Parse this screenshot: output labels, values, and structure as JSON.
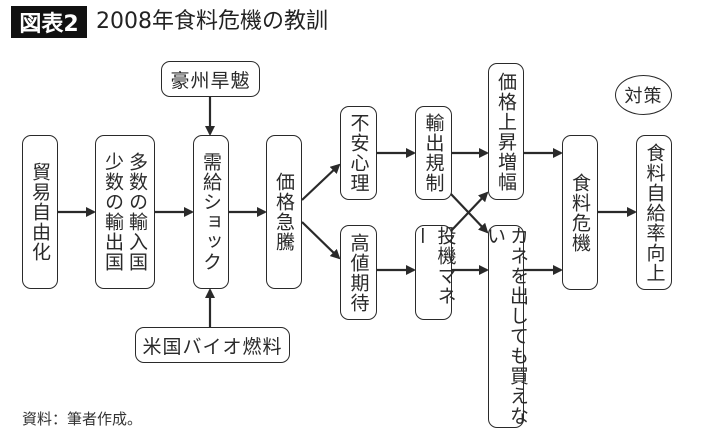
{
  "header": {
    "figure_label": "図表2",
    "title": "2008年食料危機の教訓"
  },
  "nodes": {
    "trade_liberalization": "貿易自由化",
    "few_exporters_line1": "少数の輸出国",
    "few_exporters_line2": "多数の輸入国",
    "supply_shock": "需給ショック",
    "australia_drought": "豪州旱魃",
    "us_biofuel": "米国バイオ燃料",
    "price_surge": "価格急騰",
    "anxiety": "不安心理",
    "high_price_expectation": "高値期待",
    "export_restriction": "輸出規制",
    "speculative_money": "投機マネー",
    "price_rise_amplified": "価格上昇増幅",
    "cannot_buy_even_with_money": "カネを出しても買えない",
    "food_crisis": "食料危機",
    "countermeasure_label": "対策",
    "food_self_sufficiency": "食料自給率向上"
  },
  "edges": [
    {
      "from": "trade_liberalization",
      "to": "few_exporters"
    },
    {
      "from": "few_exporters",
      "to": "supply_shock"
    },
    {
      "from": "australia_drought",
      "to": "supply_shock"
    },
    {
      "from": "us_biofuel",
      "to": "supply_shock"
    },
    {
      "from": "supply_shock",
      "to": "price_surge"
    },
    {
      "from": "price_surge",
      "to": "anxiety"
    },
    {
      "from": "price_surge",
      "to": "high_price_expectation"
    },
    {
      "from": "anxiety",
      "to": "export_restriction"
    },
    {
      "from": "high_price_expectation",
      "to": "speculative_money"
    },
    {
      "from": "export_restriction",
      "to": "price_rise_amplified"
    },
    {
      "from": "export_restriction",
      "to": "cannot_buy_even_with_money"
    },
    {
      "from": "speculative_money",
      "to": "price_rise_amplified"
    },
    {
      "from": "speculative_money",
      "to": "cannot_buy_even_with_money"
    },
    {
      "from": "price_rise_amplified",
      "to": "food_crisis"
    },
    {
      "from": "cannot_buy_even_with_money",
      "to": "food_crisis"
    },
    {
      "from": "food_crisis",
      "to": "food_self_sufficiency"
    }
  ],
  "footer": {
    "source": "資料：筆者作成。"
  }
}
